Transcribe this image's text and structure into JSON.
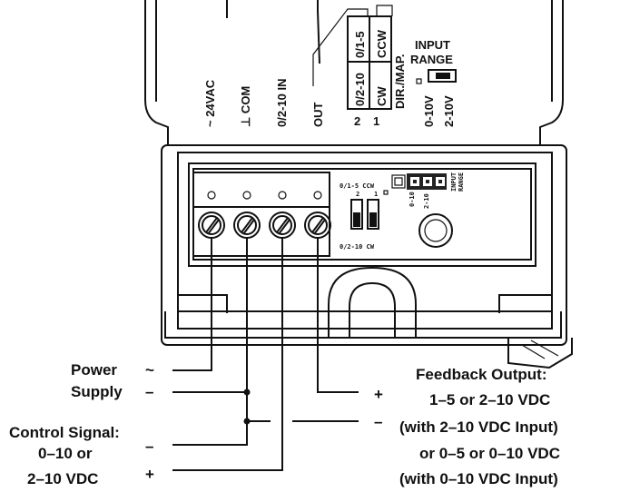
{
  "top_labels": {
    "vac": "~ 24VAC",
    "com": "⊥ COM",
    "in": "0/2-10 IN",
    "out": "OUT"
  },
  "switch_labels": {
    "col1_top": "0/1-5",
    "col2_top": "CCW",
    "col1_bottom": "0/2-10",
    "col2_bottom": "CW",
    "dir": "DIR./MAP.",
    "num2": "2",
    "num1": "1"
  },
  "input_range": {
    "line1": "INPUT",
    "line2": "RANGE",
    "opt_a": "0-10V",
    "opt_b": "2-10V"
  },
  "board_labels": {
    "sw_top": "0/1-5 CCW",
    "sw_bottom": "0/2-10 CW",
    "sw_num2": "2",
    "sw_num1": "1",
    "jp_a": "0-10",
    "jp_b": "2-10",
    "jp_title1": "INPUT",
    "jp_title2": "RANGE"
  },
  "callouts": {
    "power": "Power",
    "power_sym": "~",
    "supply": "Supply",
    "supply_sym": "–",
    "control1": "Control Signal:",
    "control2": "0–10 or",
    "control_minus": "–",
    "control3": "2–10 VDC",
    "control_plus": "+",
    "fb_plus": "+",
    "fb_minus": "–",
    "fb1": "Feedback Output:",
    "fb2": "1–5 or 2–10 VDC",
    "fb3": "(with 2–10 VDC Input)",
    "fb4": "or 0–5 or 0–10 VDC",
    "fb5": "(with 0–10 VDC Input)"
  }
}
